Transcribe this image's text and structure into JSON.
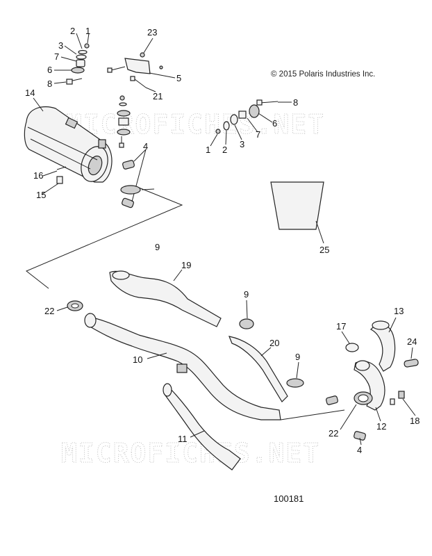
{
  "copyright": "© 2015 Polaris Industries Inc.",
  "figure_id": "100181",
  "watermark": "MICROFICHES.NET",
  "callouts": {
    "c1a": "1",
    "c2a": "2",
    "c3a": "3",
    "c7a": "7",
    "c6a": "6",
    "c8a": "8",
    "c23": "23",
    "c5": "5",
    "c21": "21",
    "c14": "14",
    "c4a": "4",
    "c16": "16",
    "c15": "15",
    "c8b": "8",
    "c6b": "6",
    "c7b": "7",
    "c3b": "3",
    "c2b": "2",
    "c1b": "1",
    "c25": "25",
    "c9a": "9",
    "c19": "19",
    "c22a": "22",
    "c9b": "9",
    "c10": "10",
    "c20": "20",
    "c9c": "9",
    "c17": "17",
    "c13": "13",
    "c24": "24",
    "c11": "11",
    "c22b": "22",
    "c4b": "4",
    "c12": "12",
    "c18": "18"
  }
}
